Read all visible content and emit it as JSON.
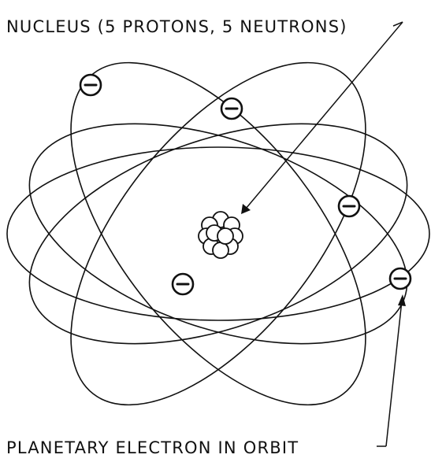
{
  "labels": {
    "nucleus": "NUCLEUS (5 PROTONS, 5 NEUTRONS)",
    "electron": "PLANETARY ELECTRON IN ORBIT"
  },
  "colors": {
    "ink": "#111111",
    "paper": "#ffffff"
  },
  "icons": {
    "electron": "minus-sign-in-circle"
  }
}
